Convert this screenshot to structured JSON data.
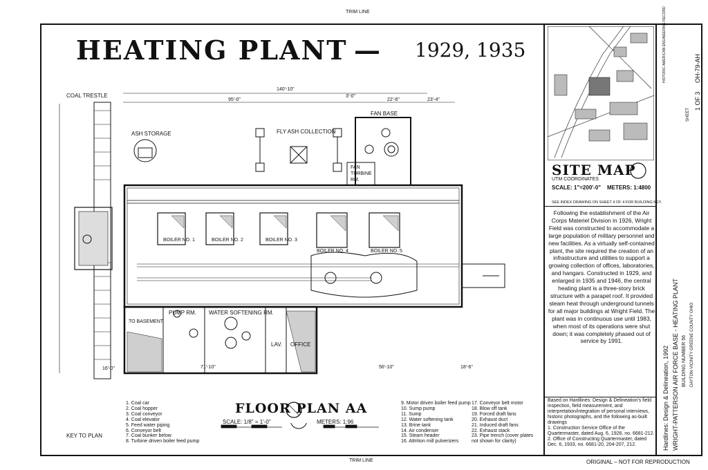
{
  "sheet": {
    "title": "HEATING PLANT",
    "dash": "—",
    "years": "1929, 1935",
    "trim_line": "TRIM LINE",
    "footer_note": "ORIGINAL – NOT FOR REPRODUCTION"
  },
  "plan": {
    "labels": {
      "coal_trestle": "COAL TRESTLE",
      "ash_storage": "ASH STORAGE",
      "fly_ash": "FLY ASH COLLECTION",
      "fan_base": "FAN BASE",
      "fan_turbine": "FAN TURBINE RM.",
      "boiler1": "BOILER NO. 1",
      "boiler2": "BOILER NO. 2",
      "boiler3": "BOILER NO. 3",
      "boiler4": "BOILER NO. 4",
      "boiler5": "BOILER NO. 5",
      "pump_rm": "PUMP RM.",
      "water_soft": "WATER SOFTENING RM.",
      "lav": "LAV.",
      "office": "OFFICE",
      "to_basement": "TO BASEMENT"
    },
    "dims": {
      "overall": "140'-10\"",
      "d1": "95'-0\"",
      "d2": "3'-0\"",
      "d3": "22'-6\"",
      "d4": "23'-4\"",
      "b1": "71'-10\"",
      "b2": "56'-10\"",
      "b3": "18'-6\"",
      "b4": "16'-0\""
    },
    "floor_plan_title": "FLOOR PLAN AA",
    "scale_text": "SCALE: 1/8\" = 1'-0\"",
    "meters_text": "METERS: 1:96",
    "key_to_plan": "KEY TO PLAN"
  },
  "legend": {
    "col1": [
      "1. Coal car",
      "2. Coal hopper",
      "3. Coal conveyor",
      "4. Coal elevator",
      "5. Feed water piping",
      "6. Conveyor belt",
      "7. Coal bunker below",
      "8. Turbine driven boiler feed pump"
    ],
    "col2": [
      "9. Motor driven boiler feed pump",
      "10. Sump pump",
      "11. Sump",
      "12. Water softening tank",
      "13. Brine tank",
      "14. Air condenser",
      "15. Steam header",
      "16. Attrition mill pulverizers"
    ],
    "col3": [
      "17. Conveyor belt motor",
      "18. Blow off tank",
      "19. Forced draft fans",
      "20. Exhaust duct",
      "21. Induced draft fans",
      "22. Exhaust stack",
      "23. Pipe trench (cover plates",
      "not shown for clarity)"
    ]
  },
  "site_map": {
    "title": "SITE MAP",
    "utm": "UTM COORDINATES",
    "scale": "SCALE: 1\"=200'-0\"",
    "meters": "METERS: 1:4800",
    "note": "SEE INDEX DRAWING ON SHEET 4 OF 4 FOR BUILDING KEY."
  },
  "narrative": "Following the establishment of the Air Corps Materiel Division in 1926, Wright Field was constructed to accommodate a large population of military personnel and new facilities. As a virtually self-contained plant, the site required the creation of an infrastructure and utilities to support a growing collection of offices, laboratories, and hangars. Constructed in 1929, and enlarged in 1935 and 1946, the central heating plant is a three-story brick structure with a parapet roof. It provided steam heat through underground tunnels for all major buildings at Wright Field. The plant was in continuous use until 1983, when most of its operations were shut down; it was completely phased out of service by 1991.",
  "sources": {
    "intro": "Based on Hardlines: Design & Delineation's field inspection, field measurement, and interpretation/integration of personal interviews, historic photographs, and the following as-built drawings",
    "item1": "1. Construction Service Office of the Quartermaster, dated Aug. 6, 1926, no. 6681-212.",
    "item2": "2. Office of Constructing Quartermaster, dated Dec. 6, 1933, no. 6681-20, 204-207, 212."
  },
  "strip": {
    "delineator": "Hardlines: Design & Delineation, 1992",
    "project": "WRIGHT-PATTERSON AIR FORCE BASE - HEATING PLANT",
    "building": "BUILDING NUMBER 56",
    "location": "DAYTON VICINITY   GREENE COUNTY   OHIO",
    "haer_no": "OH-79-AH",
    "sheet": "1 OF 3",
    "sheet_label": "SHEET",
    "haer_label": "HISTORIC AMERICAN ENGINEERING RECORD"
  }
}
